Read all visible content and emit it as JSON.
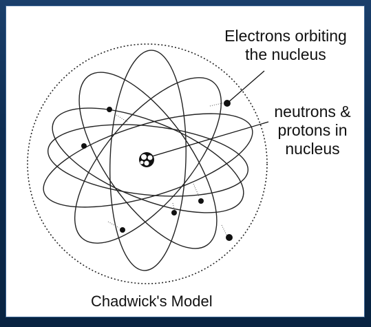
{
  "diagram": {
    "title": "Chadwick's Model",
    "labels": {
      "electrons_line1": "Electrons orbiting",
      "electrons_line2": "the nucleus",
      "nucleus_line1": "neutrons &",
      "nucleus_line2": "protons in",
      "nucleus_line3": "nucleus"
    }
  },
  "colors": {
    "frame": "#0d2d52",
    "panel": "#ffffff",
    "ink": "#111111"
  }
}
